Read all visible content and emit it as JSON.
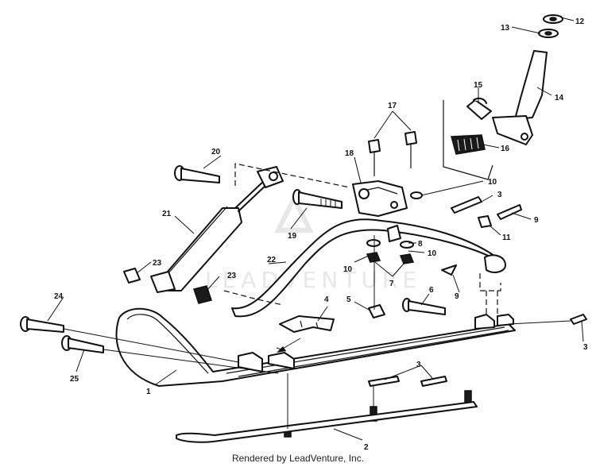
{
  "diagram": {
    "watermark_text": "LEADVENTURE",
    "credit": "Rendered by LeadVenture, Inc.",
    "callouts": {
      "c1": "1",
      "c2": "2",
      "c3a": "3",
      "c3b": "3",
      "c3c": "3",
      "c4": "4",
      "c5": "5",
      "c6": "6",
      "c7": "7",
      "c8": "8",
      "c9a": "9",
      "c9b": "9",
      "c10a": "10",
      "c10b": "10",
      "c10c": "10",
      "c11": "11",
      "c12": "12",
      "c13": "13",
      "c14": "14",
      "c15": "15",
      "c16": "16",
      "c17": "17",
      "c18": "18",
      "c19": "19",
      "c20": "20",
      "c21": "21",
      "c22": "22",
      "c23a": "23",
      "c23b": "23",
      "c24": "24",
      "c25": "25"
    }
  }
}
